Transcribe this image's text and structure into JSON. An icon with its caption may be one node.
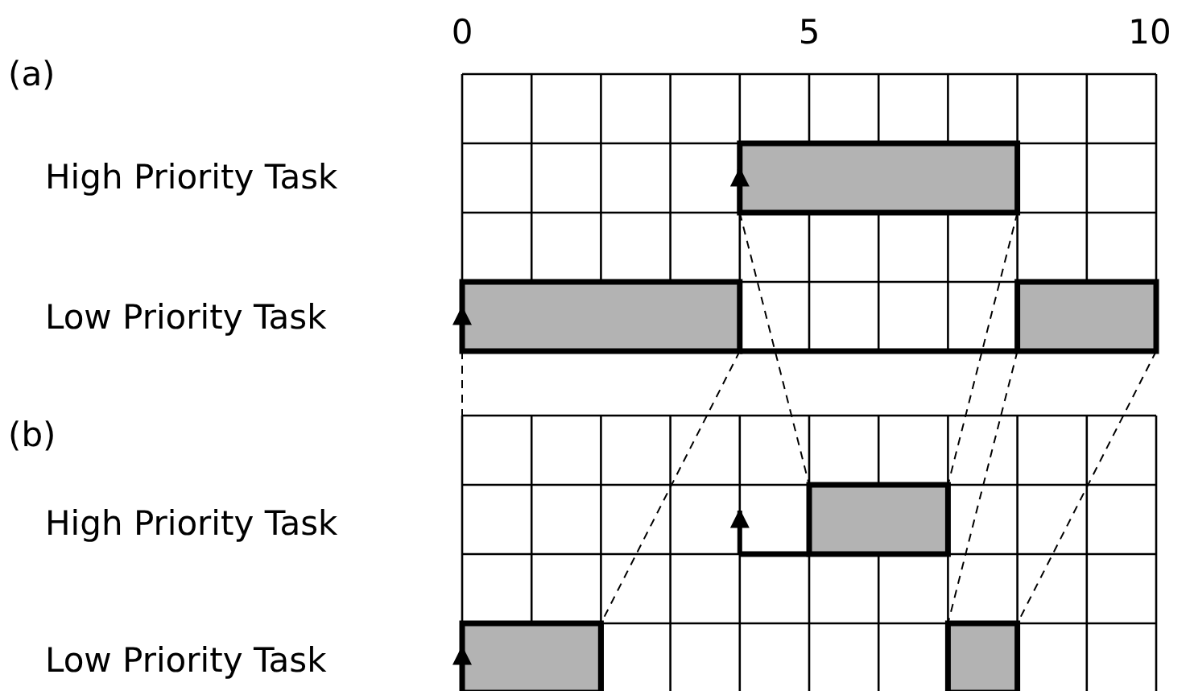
{
  "diagram": {
    "labels": [
      "0",
      "5",
      "10",
      "(a)",
      "High Priority Task",
      "Low Priority Task",
      "(b)",
      "High Priority Task",
      "Low Priority Task"
    ]
  }
}
